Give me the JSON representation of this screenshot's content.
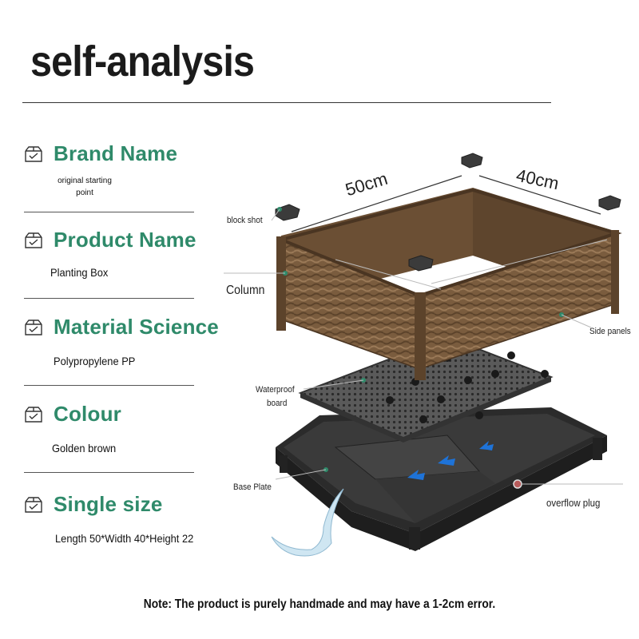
{
  "title": "self-analysis",
  "specs": [
    {
      "label": "Brand Name",
      "value": "original starting point"
    },
    {
      "label": "Product Name",
      "value": "Planting Box"
    },
    {
      "label": "Material Science",
      "value": "Polypropylene PP"
    },
    {
      "label": "Colour",
      "value": "Golden brown"
    },
    {
      "label": "Single size",
      "value": "Length 50*Width 40*Height 22"
    }
  ],
  "diagram": {
    "dimensions": {
      "length": "50cm",
      "width": "40cm"
    },
    "callouts": {
      "block_shot": "block shot",
      "column": "Column",
      "side_panels": "Side panels",
      "waterproof_board_line1": "Waterproof",
      "waterproof_board_line2": "board",
      "base_plate": "Base Plate",
      "overflow_plug": "overflow plug"
    },
    "colors": {
      "box": "#7a5c3e",
      "tray": "#2b2b2b",
      "accent": "#2f8a6a",
      "arrow": "#1e73d8"
    }
  },
  "note": "Note: The product is purely handmade and may have a 1-2cm error."
}
